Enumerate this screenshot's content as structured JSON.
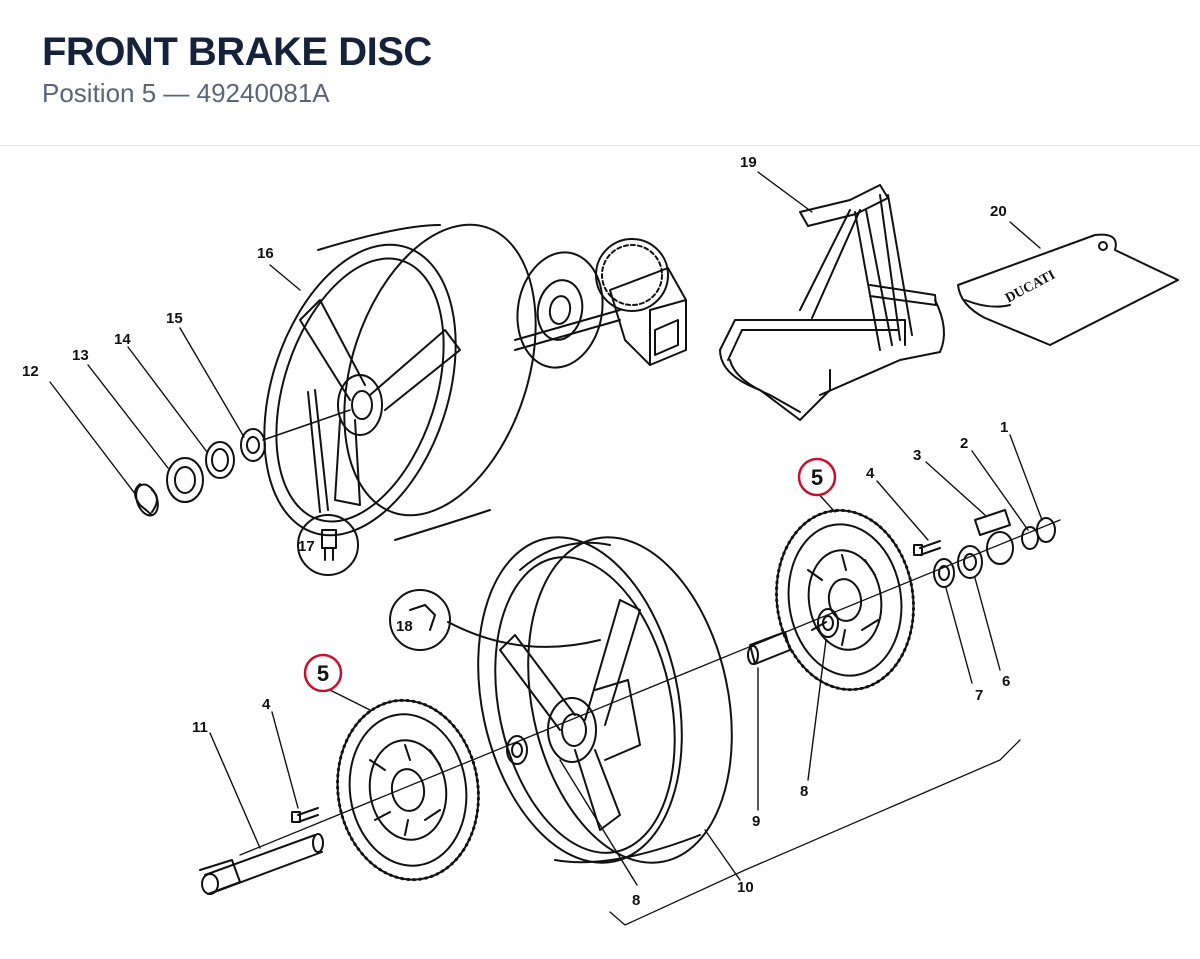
{
  "header": {
    "title": "FRONT BRAKE DISC",
    "subtitle": "Position 5 — 49240081A"
  },
  "highlight_color": "#c8102e",
  "callouts": {
    "upper": "5",
    "lower": "5"
  },
  "labels": {
    "p1": "1",
    "p2": "2",
    "p3": "3",
    "p4a": "4",
    "p4b": "4",
    "p6": "6",
    "p7": "7",
    "p8a": "8",
    "p8b": "8",
    "p9": "9",
    "p10": "10",
    "p11": "11",
    "p12": "12",
    "p13": "13",
    "p14": "14",
    "p15": "15",
    "p16": "16",
    "p17": "17",
    "p18": "18",
    "p19": "19",
    "p20": "20"
  },
  "stand_cover_logo": "DUCATI"
}
